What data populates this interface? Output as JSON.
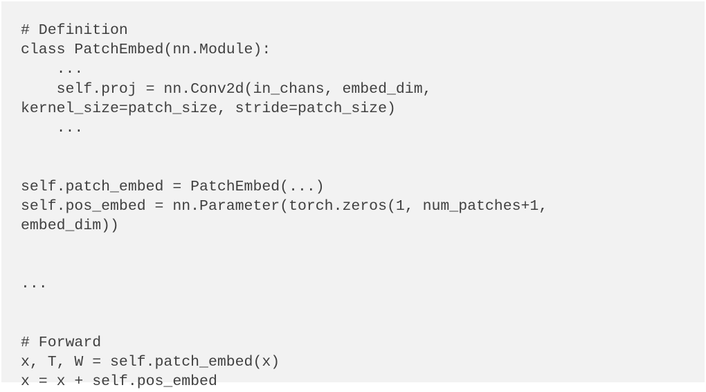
{
  "code": {
    "lines": [
      "# Definition",
      "class PatchEmbed(nn.Module):",
      "    ...",
      "    self.proj = nn.Conv2d(in_chans, embed_dim,",
      "kernel_size=patch_size, stride=patch_size)",
      "    ...",
      "",
      "",
      "self.patch_embed = PatchEmbed(...)",
      "self.pos_embed = nn.Parameter(torch.zeros(1, num_patches+1,",
      "embed_dim))",
      "",
      "",
      "...",
      "",
      "",
      "# Forward",
      "x, T, W = self.patch_embed(x)",
      "x = x + self.pos_embed"
    ]
  }
}
